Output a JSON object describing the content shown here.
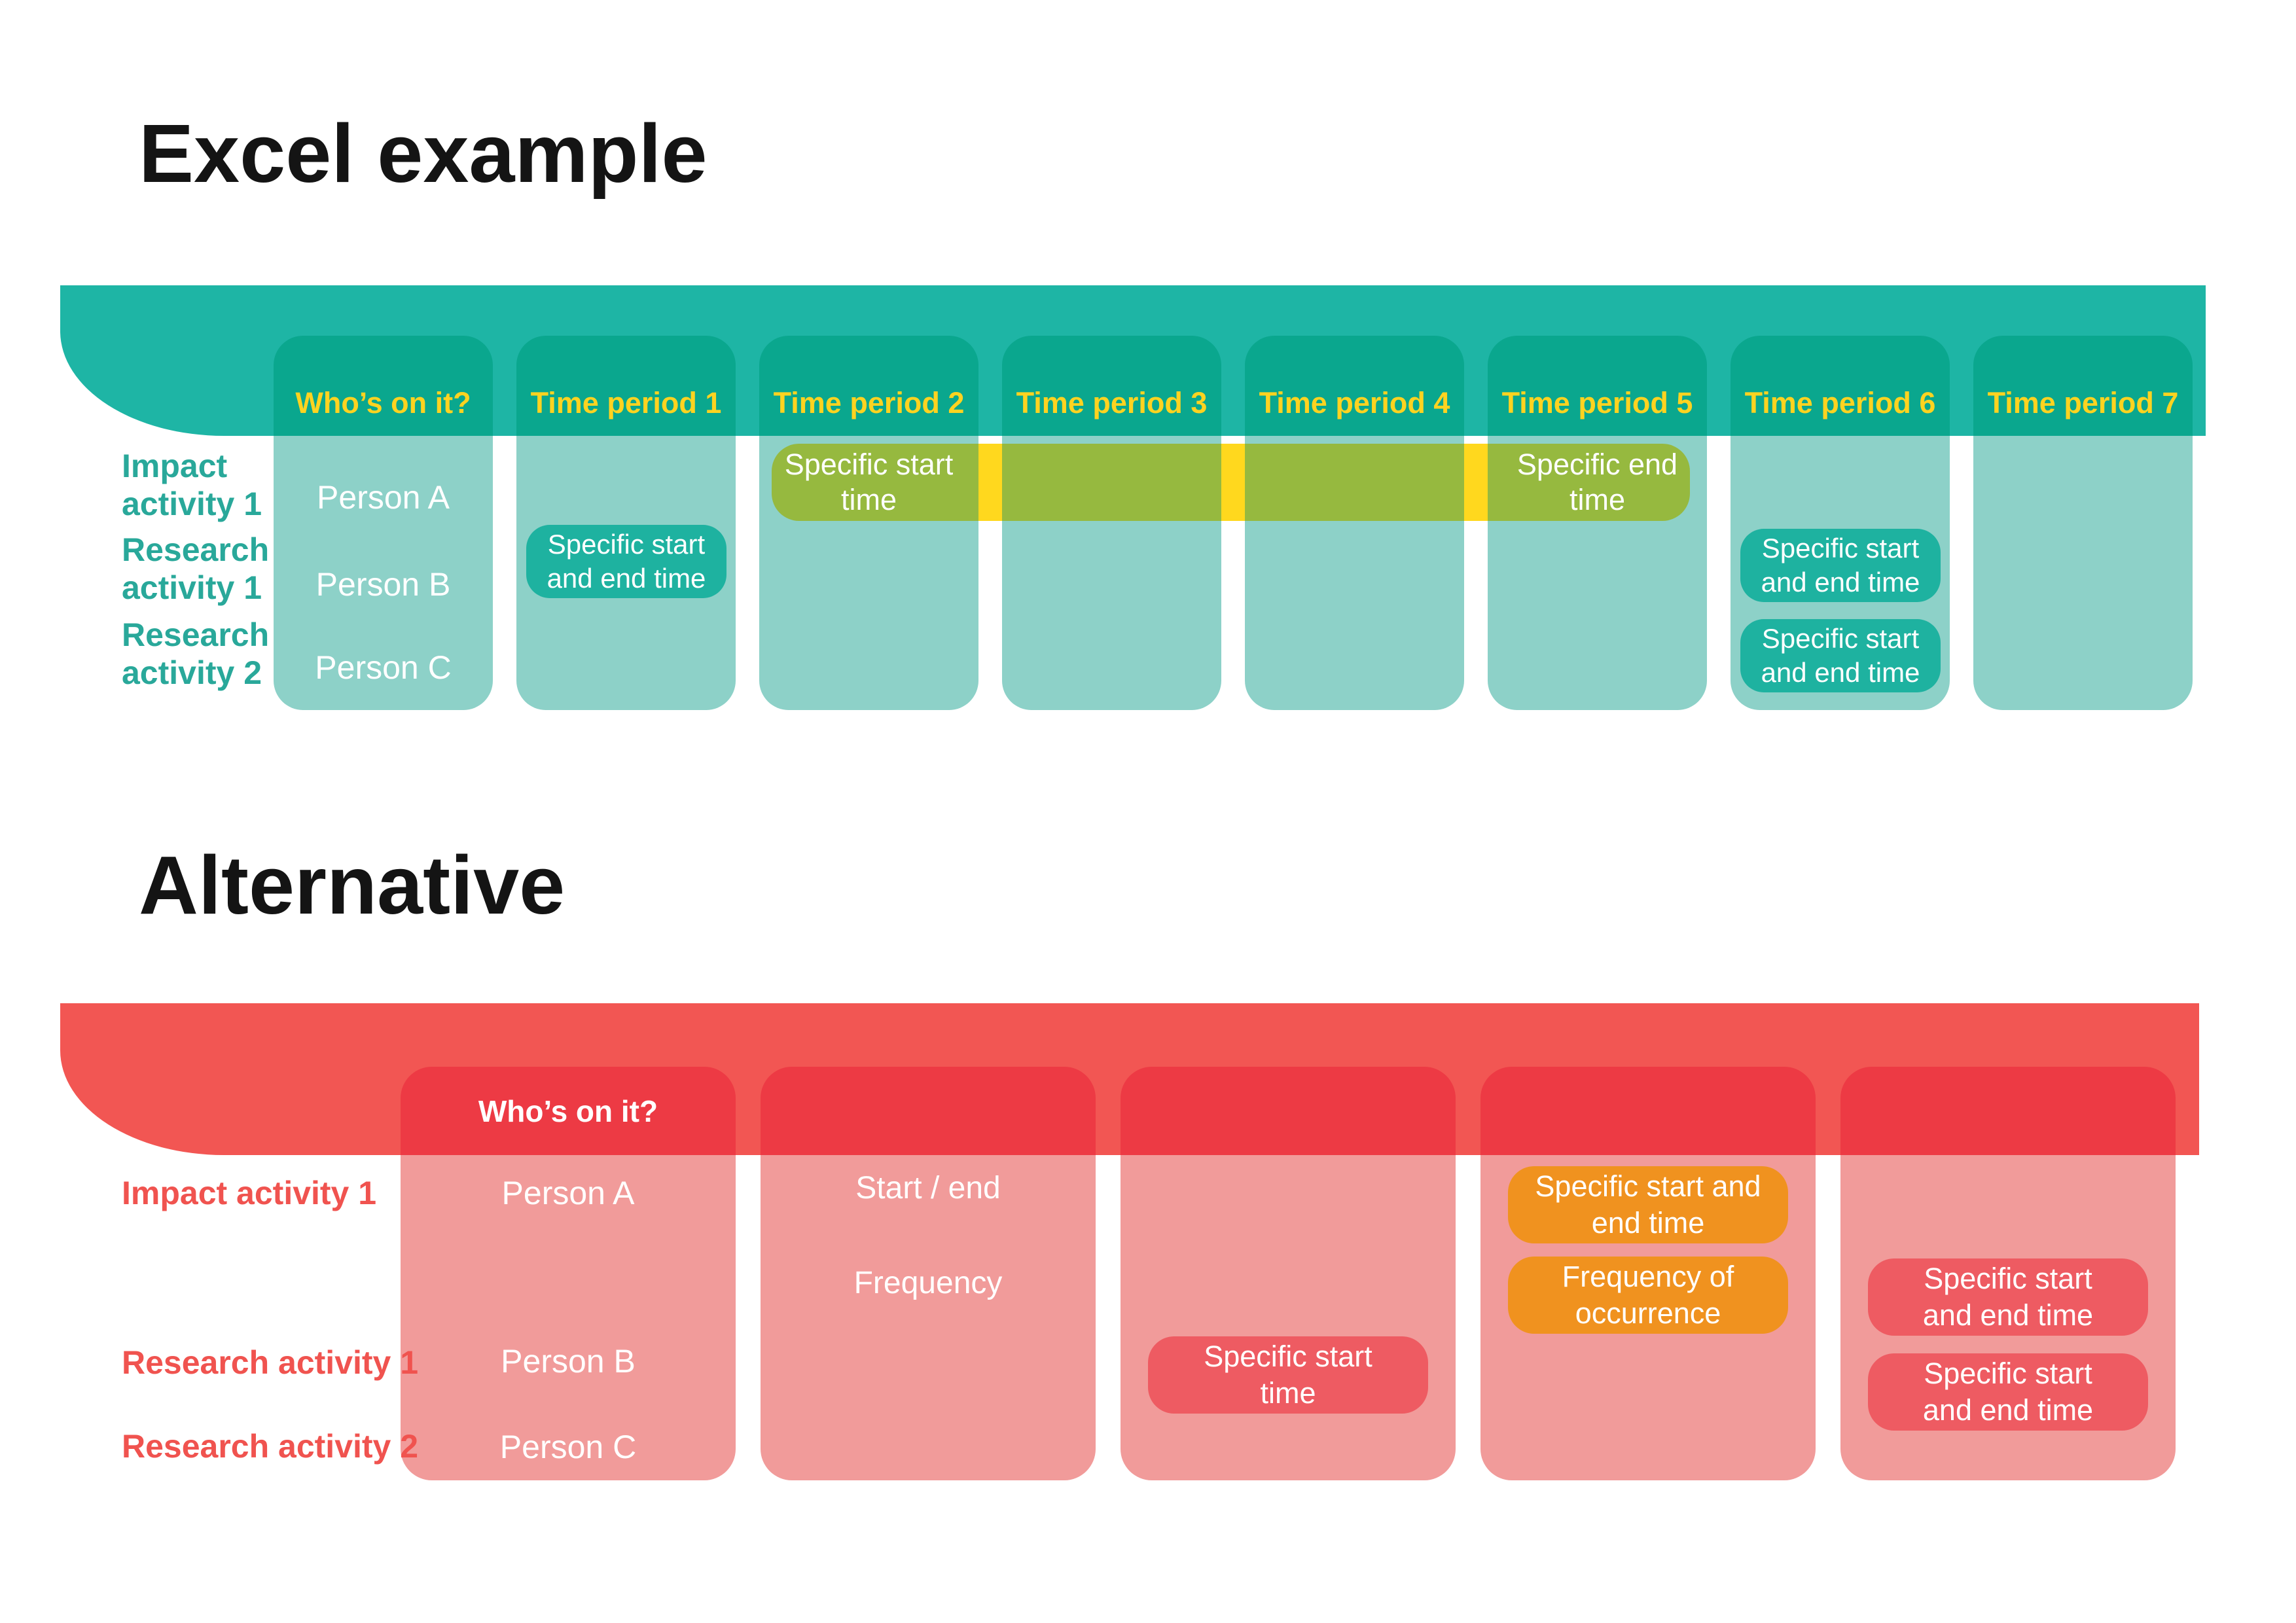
{
  "colors": {
    "title_text": "#141414",
    "teal_band": "#1eb5a5",
    "teal_header": "#0aa78e",
    "teal_body": "#8dd1c8",
    "teal_badge": "#1eb2a0",
    "teal_label": "#29a89a",
    "yellow_text": "#ffd320",
    "yellow_strip": "#ffd81e",
    "green_bar": "#96b93f",
    "red_band": "#f25653",
    "red_header": "#ed3a44",
    "pink_body": "#f19b9a",
    "red_badge": "#ee5b62",
    "orange_badge": "#f0921f",
    "red_label": "#f0534f"
  },
  "excel": {
    "title": "Excel example",
    "columns": [
      "Who’s on it?",
      "Time period 1",
      "Time period 2",
      "Time period 3",
      "Time period 4",
      "Time period 5",
      "Time period 6",
      "Time period 7"
    ],
    "row_labels": [
      "Impact\nactivity 1",
      "Research\nactivity 1",
      "Research\nactivity 2"
    ],
    "people": [
      "Person A",
      "Person B",
      "Person C"
    ],
    "bar": {
      "start_label": "Specific start\ntime",
      "end_label": "Specific end\ntime"
    },
    "badges": {
      "tp1": "Specific start\nand end time",
      "tp6_a": "Specific start\nand end time",
      "tp6_b": "Specific start\nand end time"
    }
  },
  "alternative": {
    "title": "Alternative",
    "who_header": "Who’s on it?",
    "row_labels": [
      "Impact activity 1",
      "Research activity 1",
      "Research activity 2"
    ],
    "people": [
      "Person A",
      "Person B",
      "Person C"
    ],
    "col2": {
      "start_end": "Start / end",
      "frequency": "Frequency"
    },
    "badges": {
      "start_time": "Specific start\ntime",
      "orange_a": "Specific start and\nend time",
      "orange_b": "Frequency of\noccurrence",
      "red_a": "Specific start\nand end time",
      "red_b": "Specific start\nand end time"
    }
  }
}
